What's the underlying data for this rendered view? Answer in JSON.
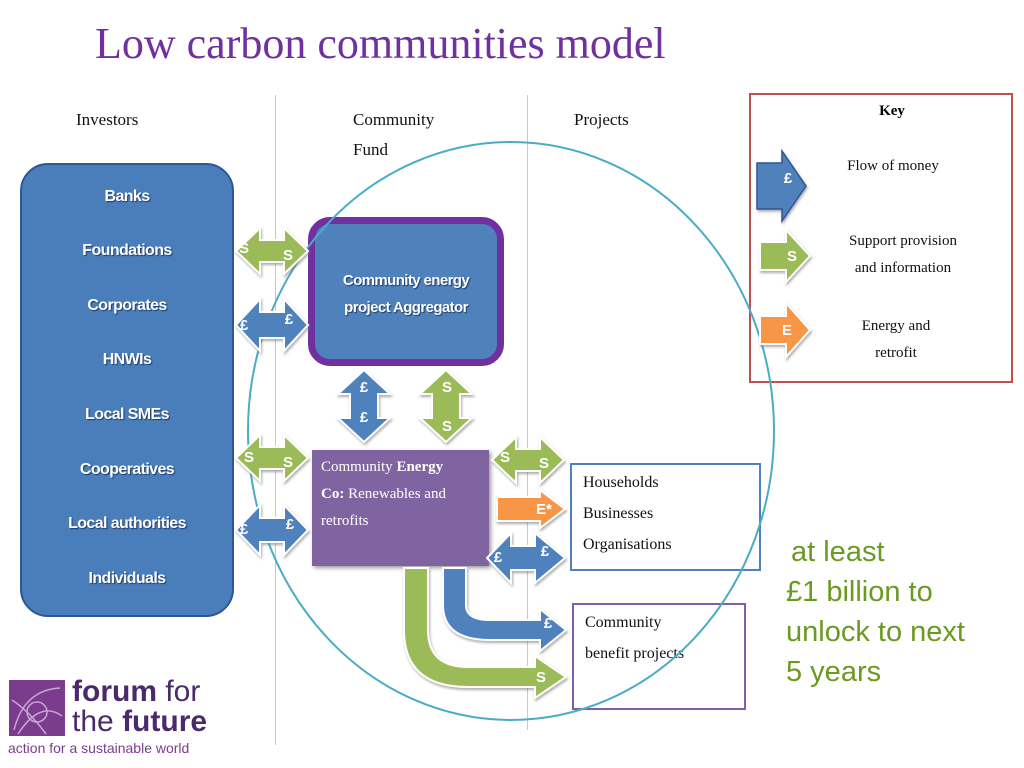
{
  "title": "Low carbon communities model",
  "columns": {
    "investors": "Investors",
    "community_fund_line1": "Community",
    "community_fund_line2": "Fund",
    "projects": "Projects"
  },
  "investors": [
    "Banks",
    "Foundations",
    "Corporates",
    "HNWIs",
    "Local SMEs",
    "Cooperatives",
    "Local authorities",
    "Individuals"
  ],
  "aggregator": {
    "line1": "Community energy",
    "line2": "project Aggregator"
  },
  "energy_co": {
    "part1": "Community ",
    "part2": "Energy",
    "part3": "Co:",
    "part4": " Renewables and",
    "part5": "retrofits"
  },
  "households_box": [
    "Households",
    "Businesses",
    "Organisations"
  ],
  "benefit_box": {
    "line1": "Community",
    "line2": "benefit projects"
  },
  "key": {
    "title": "Key",
    "money": "Flow of money",
    "support_line1": "Support provision",
    "support_line2": "and information",
    "energy_line1": "Energy and",
    "energy_line2": "retrofit"
  },
  "symbols": {
    "money": "£",
    "support": "S",
    "energy": "E",
    "energy_star": "E*"
  },
  "callout": [
    "at least",
    "£1 billion to",
    "unlock to next",
    "5 years"
  ],
  "logo": {
    "word1": "forum",
    "word2": "for",
    "word3": "the",
    "word4": "future",
    "tagline": "action for a sustainable world"
  },
  "colors": {
    "title": "#7030a0",
    "money_arrow": "#4f81bd",
    "support_arrow": "#8dc149",
    "energy_arrow": "#f79646",
    "investor_box": "#4a7ebb",
    "aggregator_border": "#7030a0",
    "energy_co_box": "#8064a2",
    "ellipse": "#4bacc6",
    "key_border": "#c0504d",
    "callout": "#6a9a1f"
  }
}
